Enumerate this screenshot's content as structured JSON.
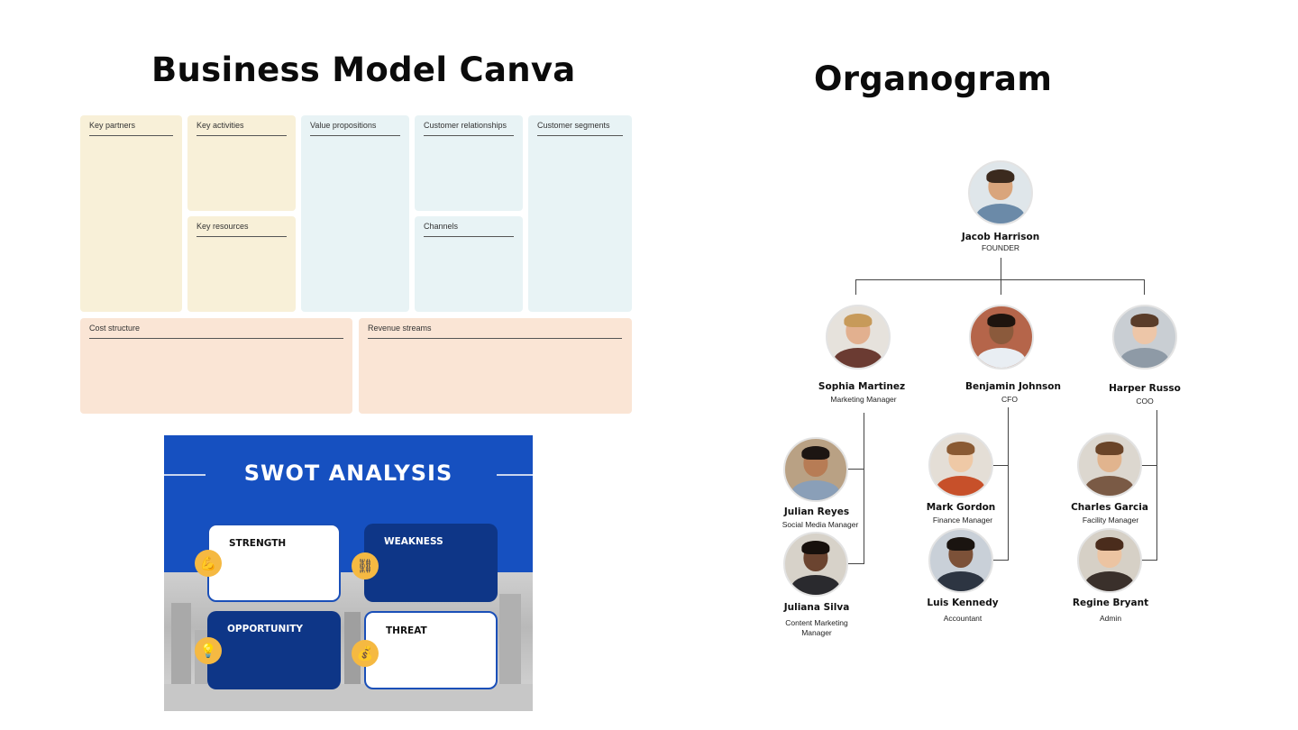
{
  "left_title": "Business Model Canva",
  "right_title": "Organogram",
  "bmc": {
    "key_partners": "Key partners",
    "key_activities": "Key activities",
    "key_resources": "Key resources",
    "value_propositions": "Value propositions",
    "customer_relationships": "Customer relationships",
    "channels": "Channels",
    "customer_segments": "Customer segments",
    "cost_structure": "Cost structure",
    "revenue_streams": "Revenue streams",
    "colors": {
      "yellow": "#f8f0d8",
      "blue": "#e8f3f5",
      "peach": "#fae5d5"
    }
  },
  "swot": {
    "title": "SWOT ANALYSIS",
    "strength": "STRENGTH",
    "weakness": "WEAKNESS",
    "opportunity": "OPPORTUNITY",
    "threat": "THREAT",
    "icons": [
      "flexed-arm-icon",
      "broken-chain-icon",
      "lightbulb-icon",
      "money-bomb-icon"
    ],
    "colors": {
      "band": "#1650c0",
      "navy": "#0e3687",
      "accent": "#f5b942"
    }
  },
  "org": {
    "founder": {
      "name": "Jacob Harrison",
      "role": "FOUNDER"
    },
    "managers": [
      {
        "name": "Sophia Martinez",
        "role": "Marketing Manager"
      },
      {
        "name": "Benjamin Johnson",
        "role": "CFO"
      },
      {
        "name": "Harper Russo",
        "role": "COO"
      }
    ],
    "staff": [
      {
        "name": "Julian Reyes",
        "role": "Social Media Manager"
      },
      {
        "name": "Juliana Silva",
        "role": "Content Marketing Manager"
      },
      {
        "name": "Mark Gordon",
        "role": "Finance Manager"
      },
      {
        "name": "Luis Kennedy",
        "role": "Accountant"
      },
      {
        "name": "Charles Garcia",
        "role": "Facility Manager"
      },
      {
        "name": "Regine Bryant",
        "role": "Admin"
      }
    ]
  }
}
